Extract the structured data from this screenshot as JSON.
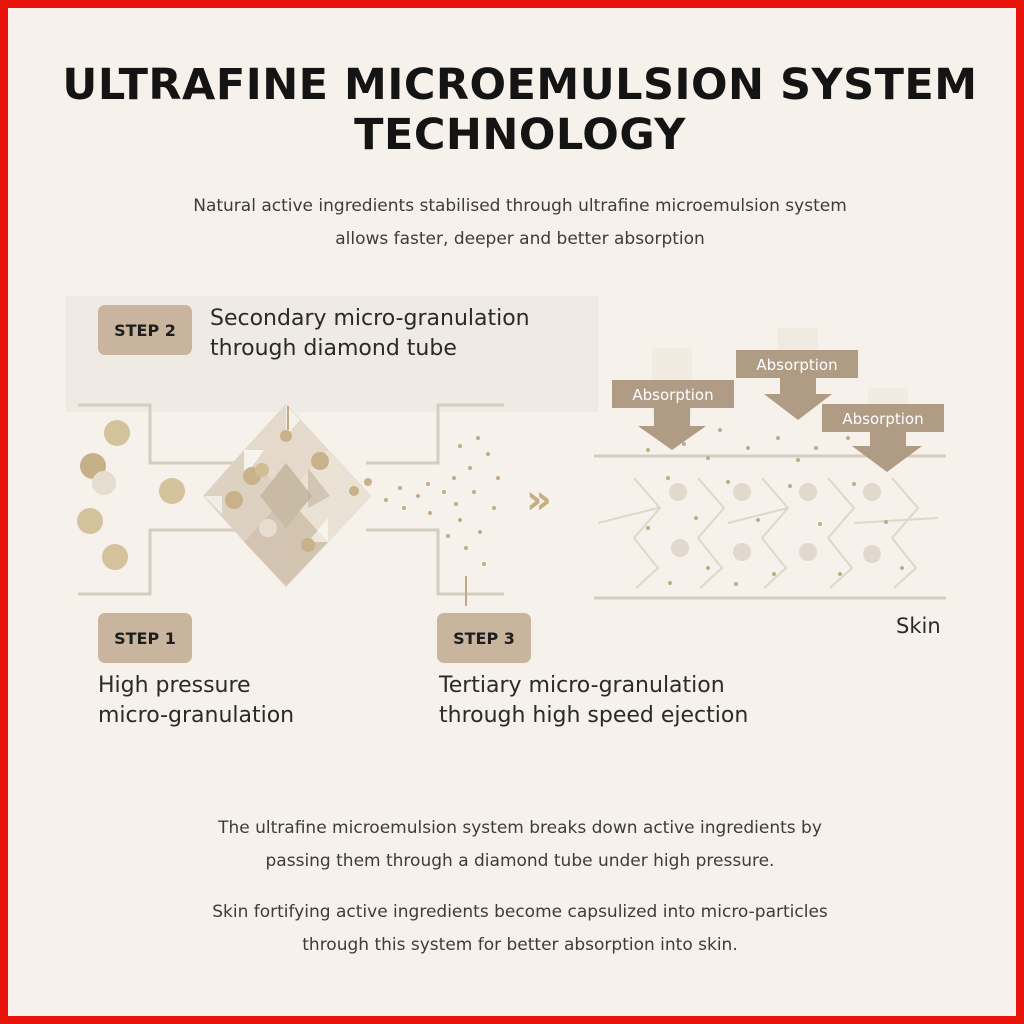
{
  "title_line1": "ULTRAFINE MICROEMULSION SYSTEM",
  "title_line2": "TECHNOLOGY",
  "subtitle_line1": "Natural active ingredients stabilised through ultrafine microemulsion system",
  "subtitle_line2": "allows faster, deeper and better absorption",
  "steps": [
    {
      "badge": "STEP 1",
      "line1": "High pressure",
      "line2": "micro-granulation"
    },
    {
      "badge": "STEP 2",
      "line1": "Secondary micro-granulation",
      "line2": "through diamond tube"
    },
    {
      "badge": "STEP 3",
      "line1": "Tertiary micro-granulation",
      "line2": "through high speed ejection"
    }
  ],
  "absorption_label": "Absorption",
  "arrow_glyph": "»",
  "skin_label": "Skin",
  "footer": [
    {
      "line1": "The ultrafine microemulsion system breaks down active ingredients by",
      "line2": "passing them through a diamond tube under high pressure."
    },
    {
      "line1": "Skin fortifying active ingredients become capsulized into micro-particles",
      "line2": "through this system for better absorption into skin."
    }
  ],
  "colors": {
    "border": "#e8120c",
    "background": "#f6f1ea",
    "badge": "#c9b59e",
    "absorption_arrow": "#b09c85",
    "particle": "#c2aa86",
    "particle_light": "#d9cdbd"
  }
}
